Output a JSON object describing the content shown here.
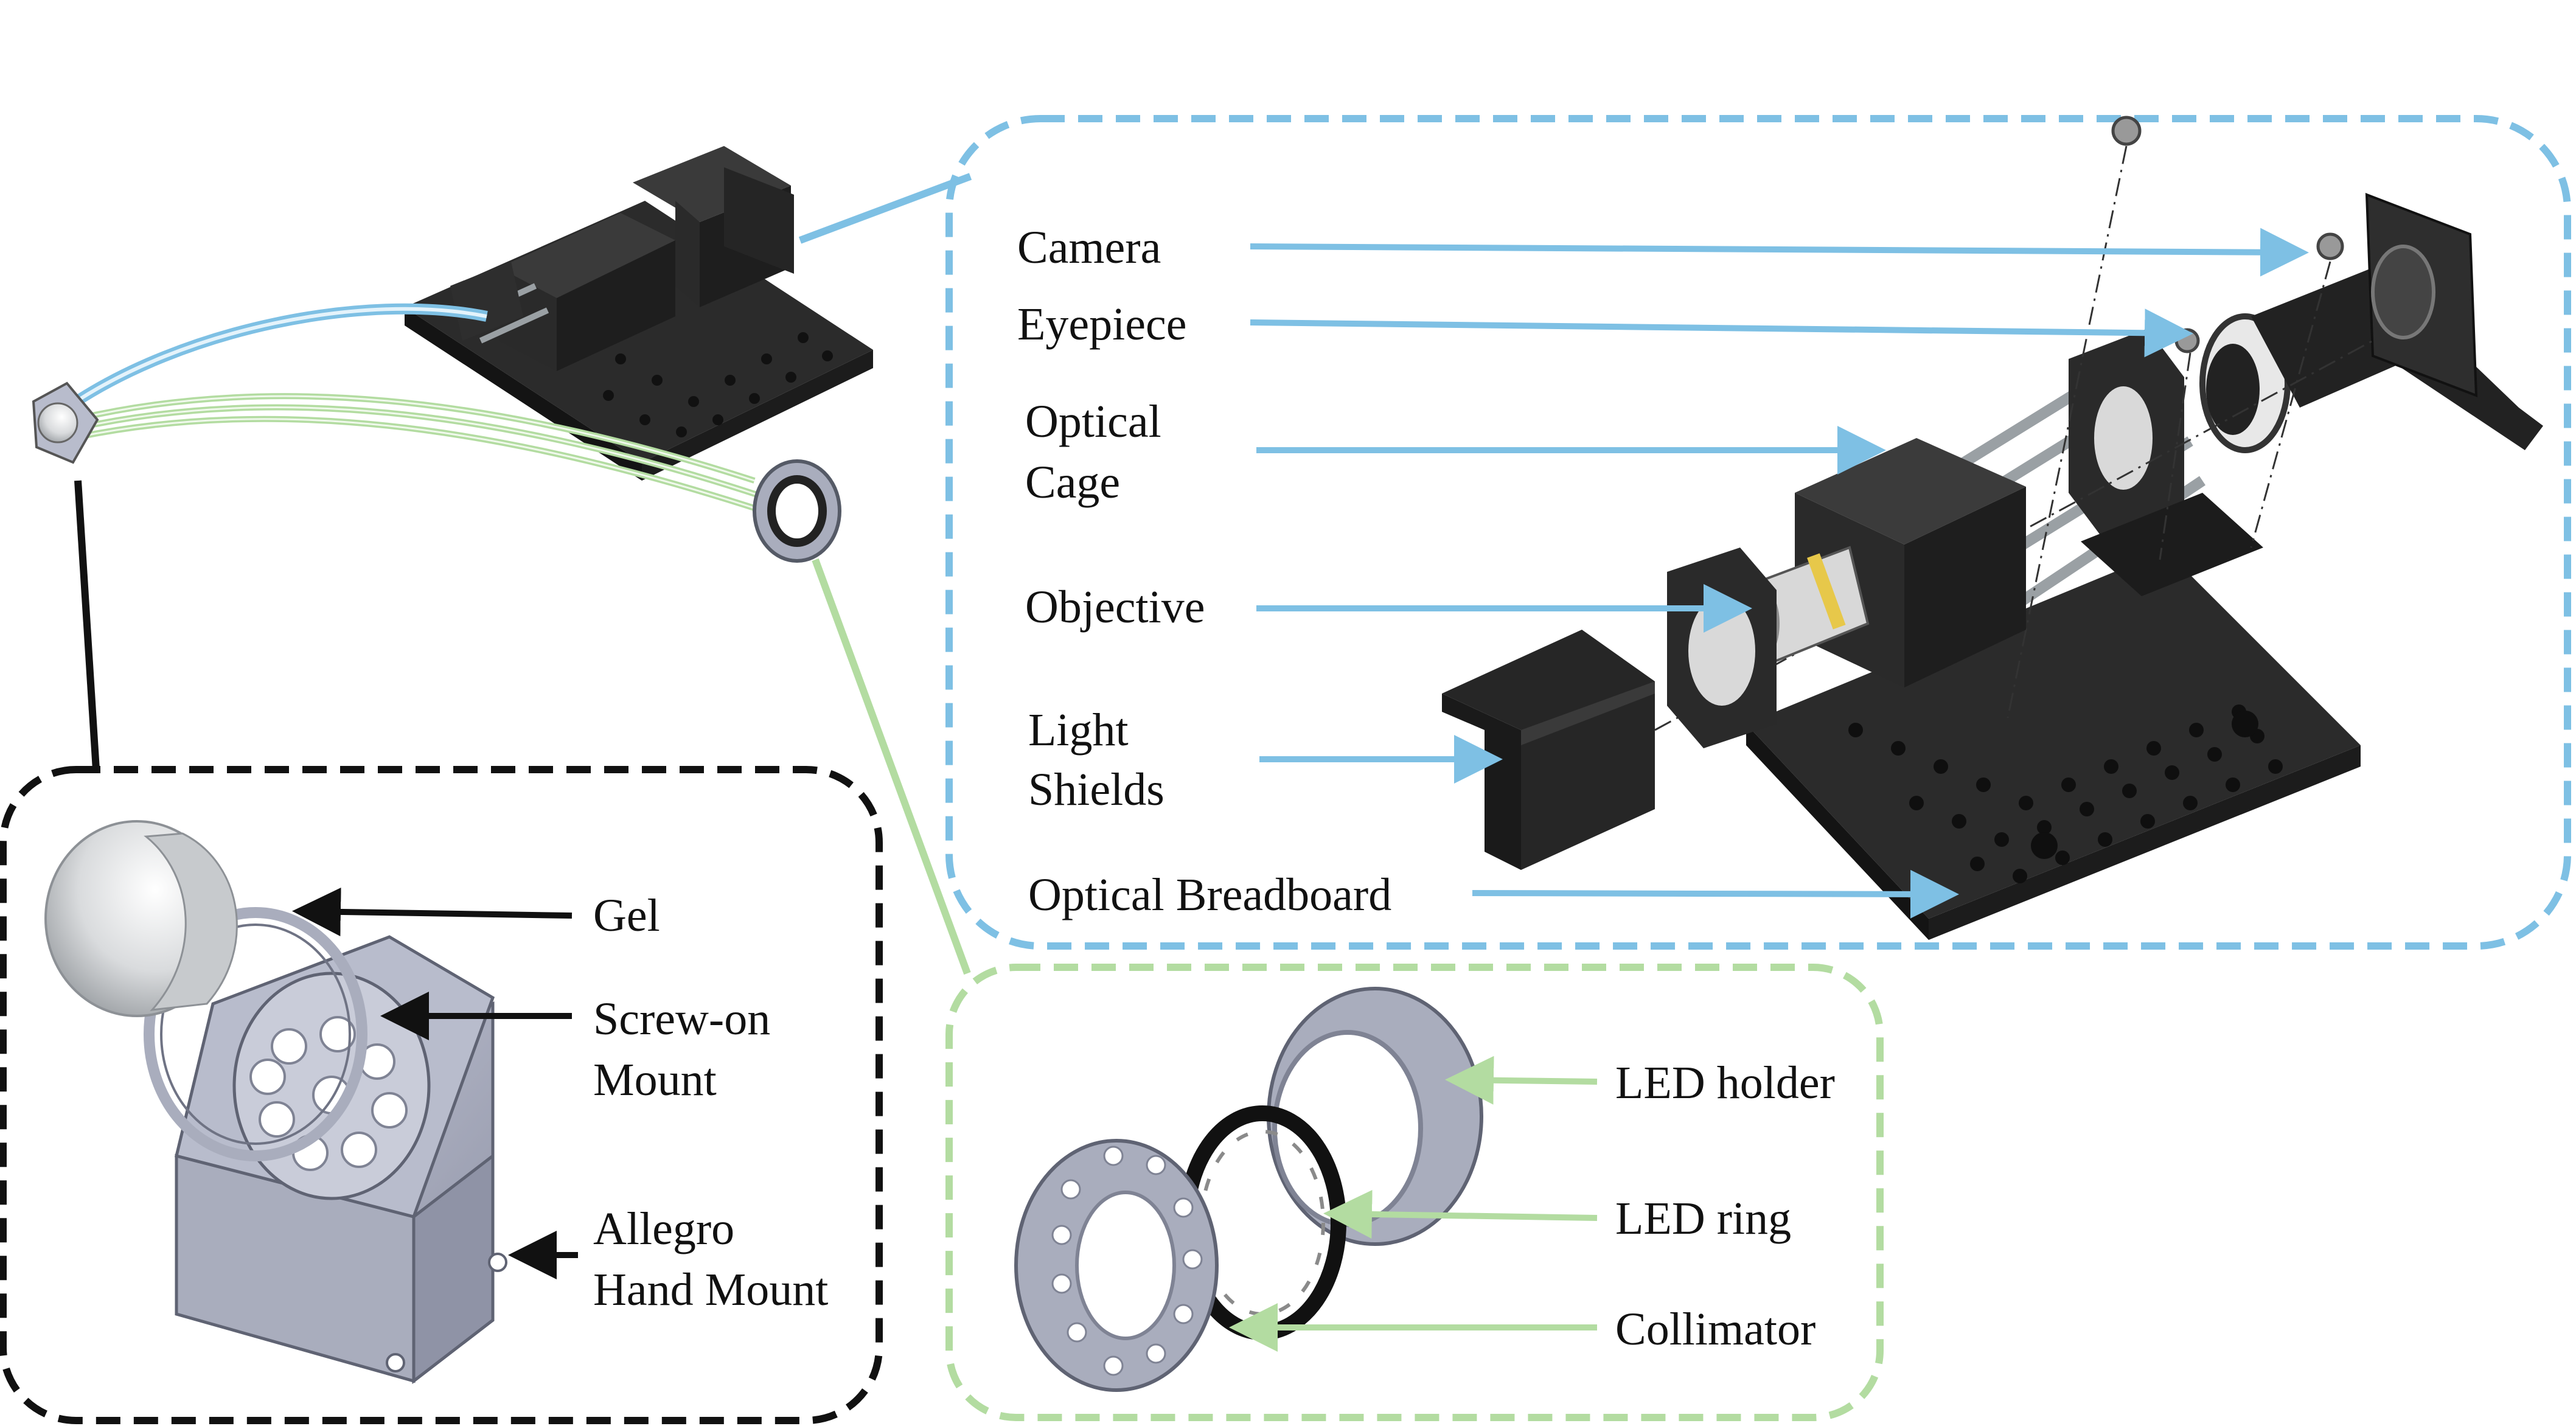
{
  "colors": {
    "blue": "#7ec0e4",
    "green": "#b3dca1",
    "black": "#111111",
    "metal": "#a9adbd",
    "dark_part": "#2b2b2b"
  },
  "optical_panel": {
    "camera": "Camera",
    "eyepiece": "Eyepiece",
    "optical_cage_line1": "Optical",
    "optical_cage_line2": "Cage",
    "objective": "Objective",
    "light_shields_line1": "Light",
    "light_shields_line2": "Shields",
    "optical_breadboard": "Optical Breadboard"
  },
  "led_panel": {
    "led_holder": "LED holder",
    "led_ring": "LED ring",
    "collimator": "Collimator"
  },
  "mount_panel": {
    "gel": "Gel",
    "screw_on_line1": "Screw-on",
    "screw_on_line2": "Mount",
    "allegro_line1": "Allegro",
    "allegro_line2": "Hand Mount"
  }
}
